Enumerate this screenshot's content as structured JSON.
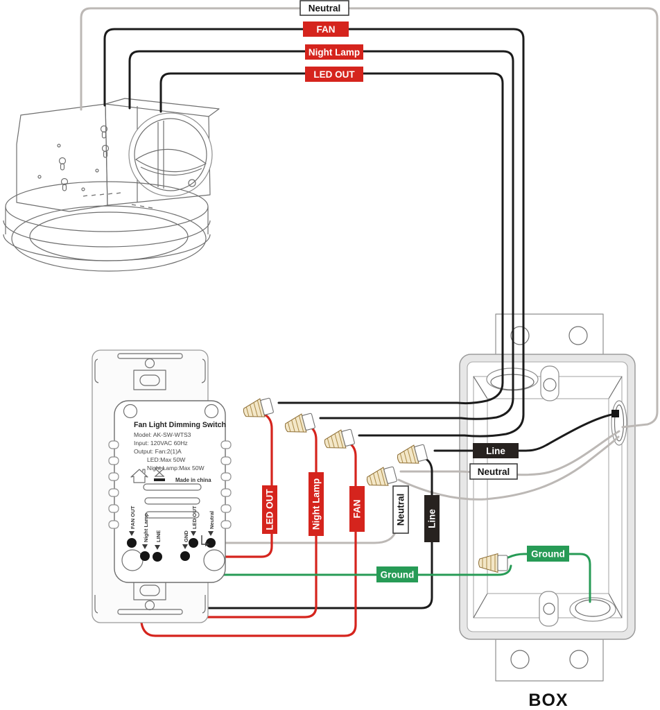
{
  "top_labels": {
    "neutral": "Neutral",
    "fan": "FAN",
    "night_lamp": "Night Lamp",
    "led_out": "LED OUT"
  },
  "wire_labels": {
    "led_out": "LED OUT",
    "night_lamp": "Night Lamp",
    "fan": "FAN",
    "neutral": "Neutral",
    "line": "Line"
  },
  "box": {
    "line": "Line",
    "neutral": "Neutral",
    "ground_from_switch": "Ground",
    "ground_in_box": "Ground",
    "caption": "BOX"
  },
  "switch": {
    "title": "Fan Light Dimming Switch",
    "model": "Model: AK-SW-WTS3",
    "input": "Input: 120VAC 60Hz",
    "output": "Output: Fan:2(1)A",
    "output_led": "LED:Max 50W",
    "output_night_lamp": "Night Lamp:Max 50W",
    "made_in": "Made in china",
    "terminals": [
      "FAN OUT",
      "Night Lamp",
      "LINE",
      "GND",
      "LED OUT",
      "Neutral"
    ]
  },
  "icons": {
    "house": "house-icon",
    "hourglass": "hourglass-icon"
  },
  "colors": {
    "red": "#d5241d",
    "green": "#279b56",
    "black_wire": "#1b1b1b",
    "neutral_wire": "#bcb8b5",
    "line_label_bg": "#27221f"
  }
}
